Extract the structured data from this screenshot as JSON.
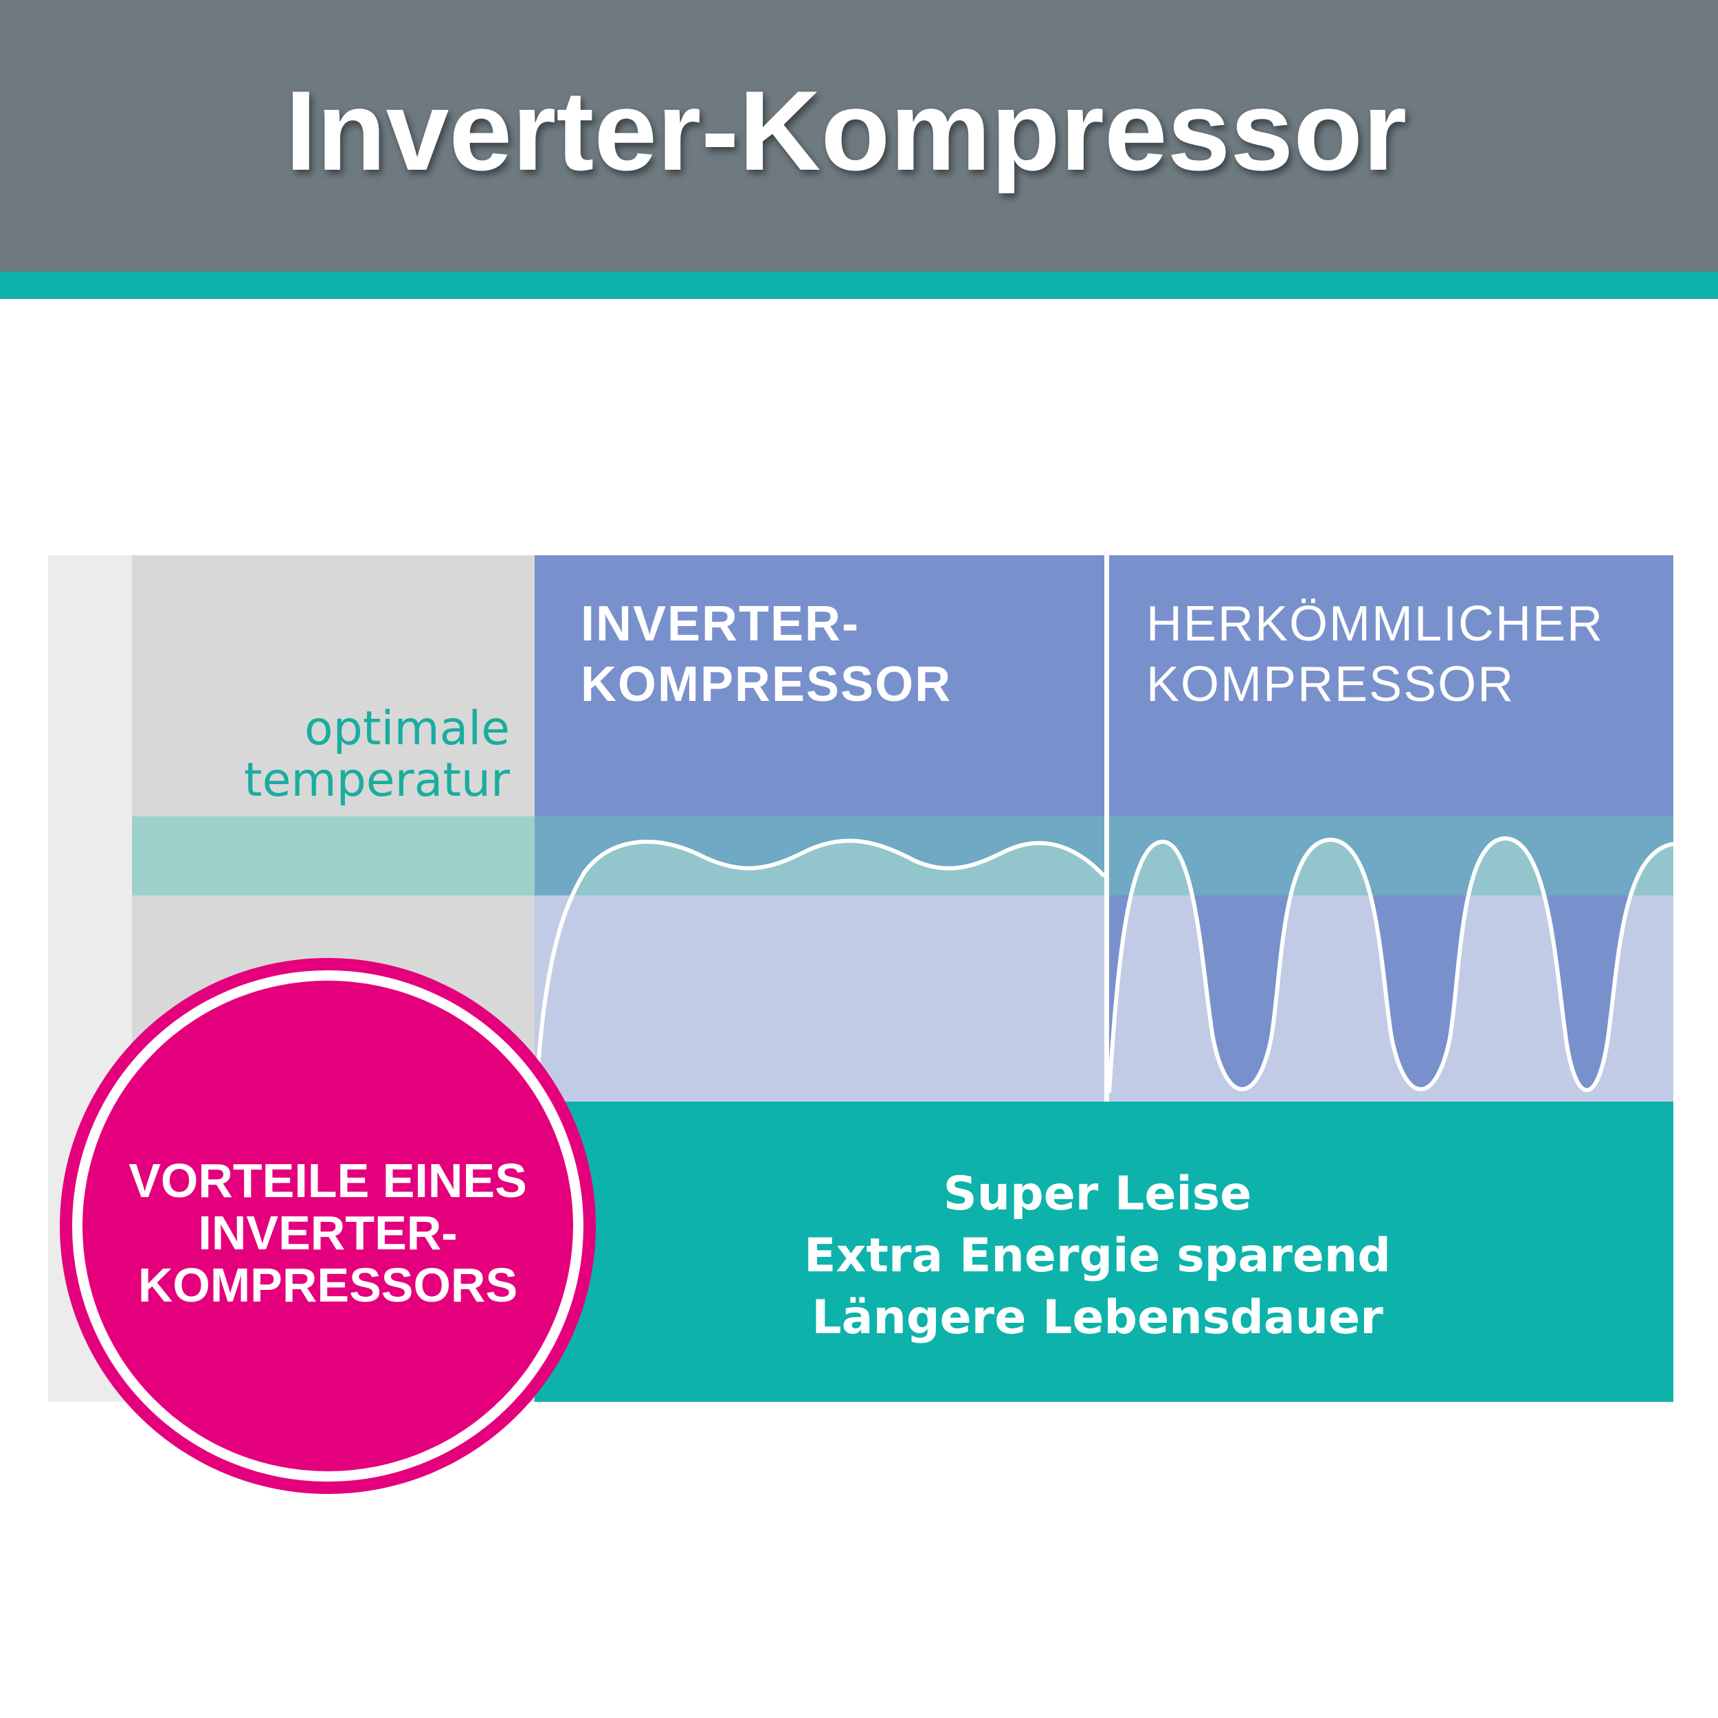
{
  "page": {
    "title": "Inverter-Kompressor"
  },
  "colors": {
    "header": "#6e7a80",
    "accent": "#0db2ab",
    "panel_blue": "#7890cc",
    "panel_light": "#c1cbe6",
    "band": "#9ed0cc",
    "band_over_blue": "#6fa9c3",
    "band_over_light": "#92c6cc",
    "grey": "#d8d8d8",
    "grey_light": "#ececec",
    "teal": "#0db2ab",
    "label_teal": "#19ad9f",
    "badge": "#e4007c"
  },
  "diagram": {
    "label": {
      "line1": "optimale",
      "line2": "temperatur"
    },
    "inverter": {
      "line1": "INVERTER-",
      "line2": "KOMPRESSOR"
    },
    "conventional": {
      "line1": "HERKÖMMLICHER",
      "line2": "KOMPRESSOR"
    },
    "benefits": [
      "Super Leise",
      "Extra Energie sparend",
      "Längere Lebensdauer"
    ],
    "badge": {
      "line1": "VORTEILE EINES",
      "line2": "INVERTER-",
      "line3": "KOMPRESSORS"
    }
  }
}
